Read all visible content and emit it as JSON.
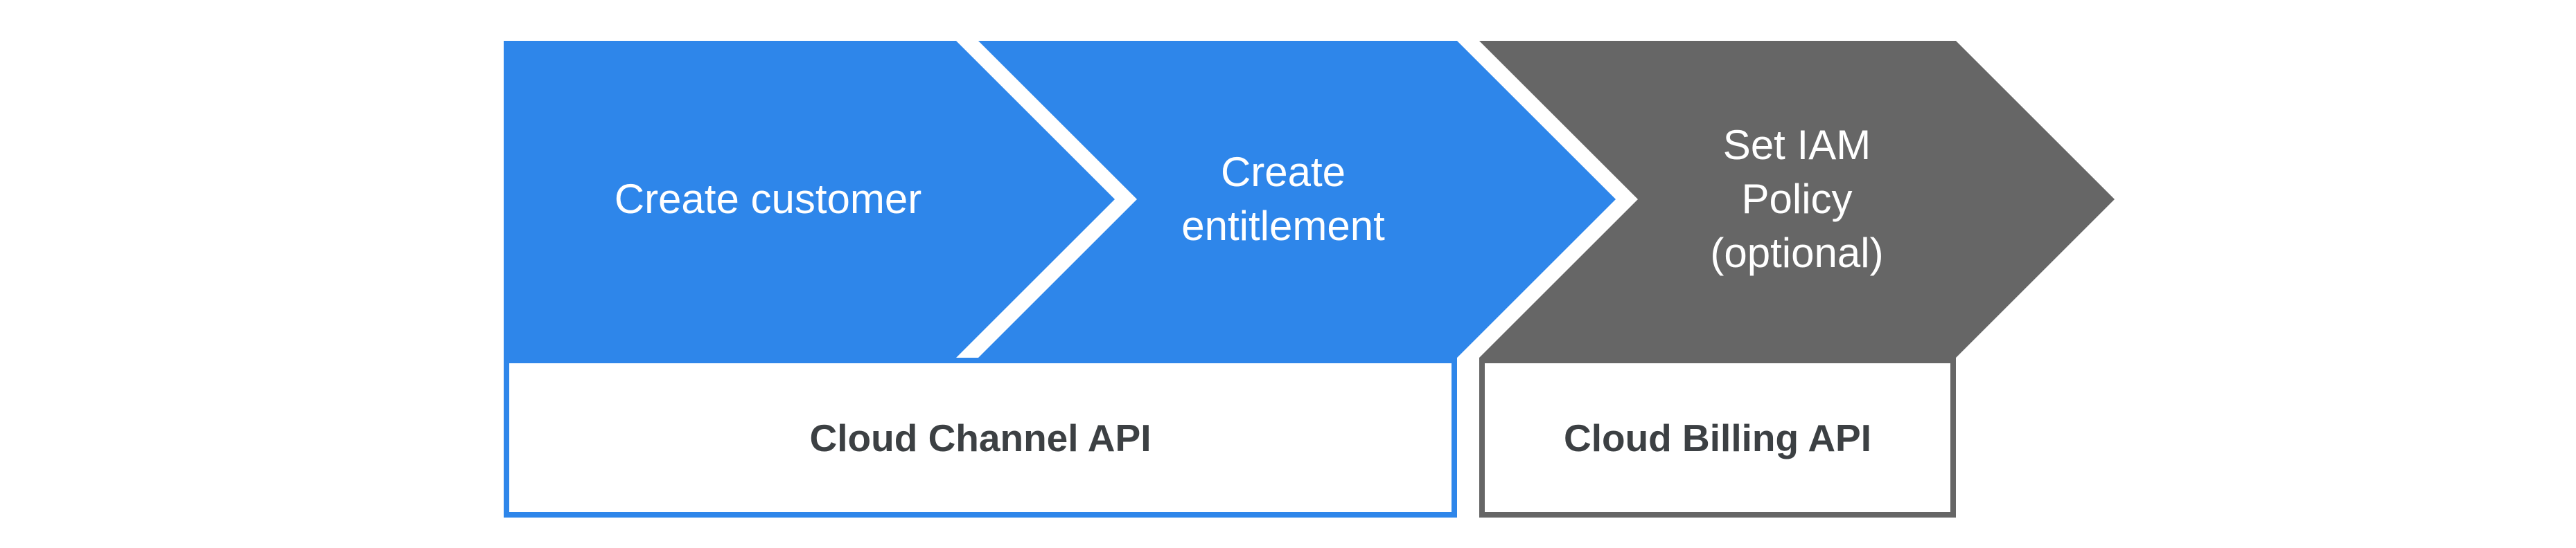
{
  "colors": {
    "blue": "#2E86EA",
    "gray": "#666666",
    "arrow_text": "#FFFFFF",
    "box_text": "#3C4043",
    "background": "#FFFFFF"
  },
  "arrows": [
    {
      "name": "create-customer",
      "lines": [
        "Create customer"
      ]
    },
    {
      "name": "create-entitlement",
      "lines": [
        "Create",
        "entitlement"
      ]
    },
    {
      "name": "set-iam-policy",
      "lines": [
        "Set IAM",
        "Policy",
        "(optional)"
      ]
    }
  ],
  "api_boxes": [
    {
      "name": "cloud-channel-api",
      "label": "Cloud Channel API"
    },
    {
      "name": "cloud-billing-api",
      "label": "Cloud Billing API"
    }
  ]
}
